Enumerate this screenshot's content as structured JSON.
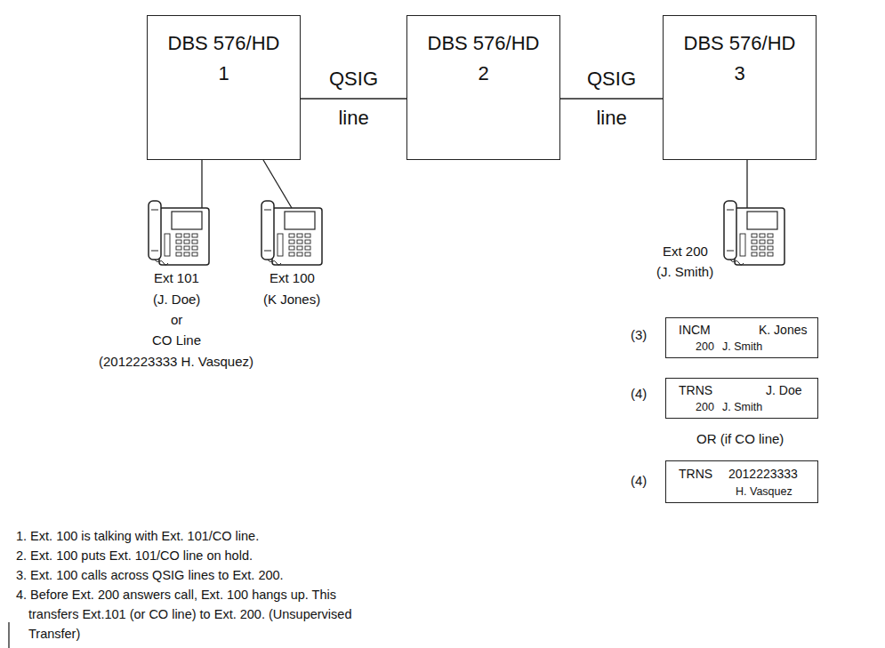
{
  "diagram": {
    "nodes": [
      {
        "text": [
          "DBS 576/HD",
          "1"
        ]
      },
      {
        "text": [
          "DBS 576/HD",
          "2"
        ]
      },
      {
        "text": [
          "DBS 576/HD",
          "3"
        ]
      },
      {
        "text": [
          "INCM",
          "K. Jones",
          "200",
          "J. Smith"
        ]
      },
      {
        "text": [
          "TRNS",
          "J. Doe",
          "200",
          "J. Smith"
        ]
      },
      {
        "text": [
          "TRNS",
          "2012223333",
          "H. Vasquez"
        ]
      }
    ],
    "edges": [
      {
        "from": 0,
        "to": 1,
        "arrow": "none",
        "label": "QSIG line"
      },
      {
        "from": 1,
        "to": 2,
        "arrow": "none",
        "label": "QSIG line"
      }
    ],
    "labels": [
      "Ext 200",
      "(J. Smith)",
      "Ext 101",
      "Ext 100",
      "(J. Doe)",
      "(K Jones)",
      "or",
      "(3)",
      "CO Line",
      "(2012223333 H. Vasquez)",
      "(4)",
      "OR (if CO line)",
      "(4)",
      "1. Ext. 100 is talking with Ext. 101/CO line.",
      "2. Ext. 100 puts Ext. 101/CO line on hold.",
      "3. Ext. 100 calls across QSIG lines to Ext. 200.",
      "4. Before Ext. 200 answers call, Ext. 100 hangs up. This transfers Ext.101 (or CO line) to Ext. 200. (Unsupervised Transfer)"
    ]
  }
}
